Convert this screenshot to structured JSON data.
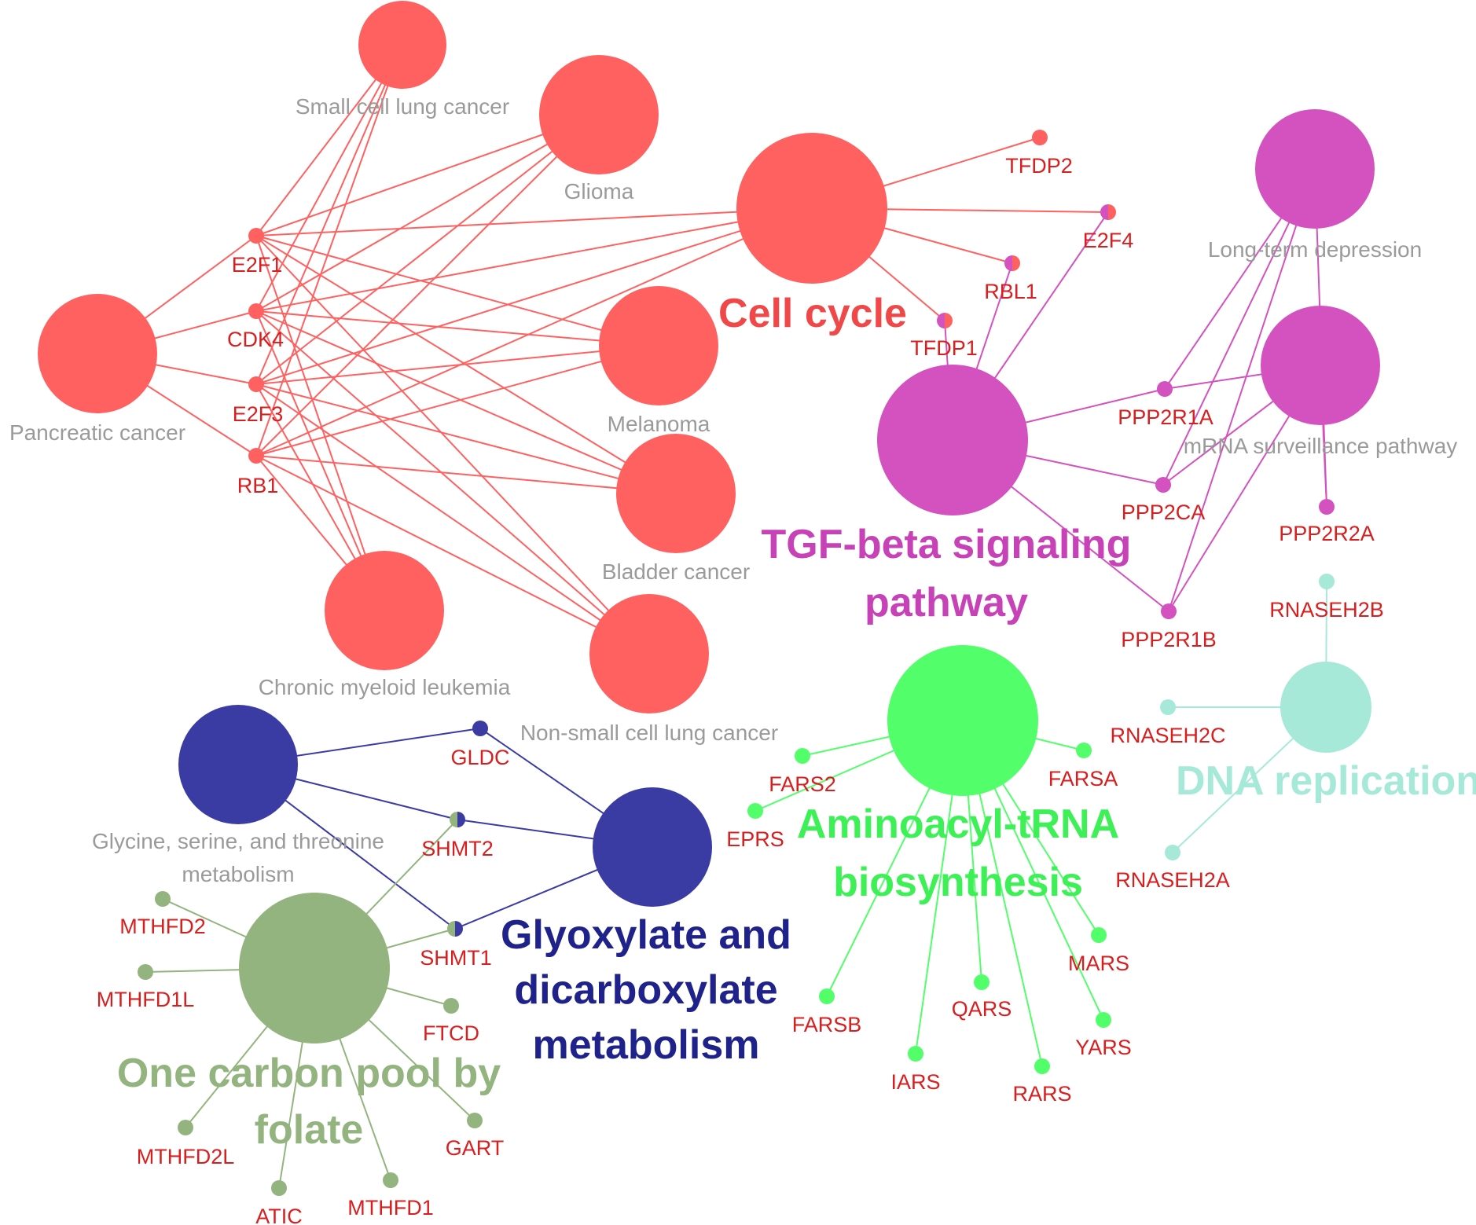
{
  "groups": [
    {
      "id": "cell-cycle",
      "lines": [
        "Cell cycle"
      ],
      "color": "#ff6161"
    },
    {
      "id": "tgf-beta",
      "lines": [
        "TGF-beta signaling",
        "pathway"
      ],
      "color": "#d352c0"
    },
    {
      "id": "glyoxylate",
      "lines": [
        "Glyoxylate and",
        "dicarboxylate",
        "metabolism"
      ],
      "color": "#3a3ca4"
    },
    {
      "id": "one-carbon",
      "lines": [
        "One carbon pool by",
        "folate"
      ],
      "color": "#94b47f"
    },
    {
      "id": "aminoacyl",
      "lines": [
        "Aminoacyl-tRNA",
        "biosynthesis"
      ],
      "color": "#52ff6a"
    },
    {
      "id": "dna-replication",
      "lines": [
        "DNA replication"
      ],
      "color": "#a6e9d8"
    }
  ],
  "term_nodes": [
    {
      "id": "small-cell-lung-cancer",
      "lines": [
        "Small cell lung cancer"
      ],
      "group": "cell-cycle"
    },
    {
      "id": "glioma",
      "lines": [
        "Glioma"
      ],
      "group": "cell-cycle"
    },
    {
      "id": "cell-cycle-hub",
      "lines": [],
      "group": "cell-cycle"
    },
    {
      "id": "pancreatic-cancer",
      "lines": [
        "Pancreatic cancer"
      ],
      "group": "cell-cycle"
    },
    {
      "id": "melanoma",
      "lines": [
        "Melanoma"
      ],
      "group": "cell-cycle"
    },
    {
      "id": "bladder-cancer",
      "lines": [
        "Bladder cancer"
      ],
      "group": "cell-cycle"
    },
    {
      "id": "chronic-myeloid-leukemia",
      "lines": [
        "Chronic myeloid leukemia"
      ],
      "group": "cell-cycle"
    },
    {
      "id": "non-small-cell-lung-cancer",
      "lines": [
        "Non-small cell lung cancer"
      ],
      "group": "cell-cycle"
    },
    {
      "id": "long-term-depression",
      "lines": [
        "Long-term depression"
      ],
      "group": "tgf-beta"
    },
    {
      "id": "mrna-surveillance-pathway",
      "lines": [
        "mRNA surveillance pathway"
      ],
      "group": "tgf-beta"
    },
    {
      "id": "tgf-beta-hub",
      "lines": [],
      "group": "tgf-beta"
    },
    {
      "id": "glycine-serine-threonine",
      "lines": [
        "Glycine, serine, and threonine",
        "metabolism"
      ],
      "group": "glyoxylate"
    },
    {
      "id": "glyoxylate-hub",
      "lines": [],
      "group": "glyoxylate"
    },
    {
      "id": "one-carbon-hub",
      "lines": [],
      "group": "one-carbon"
    },
    {
      "id": "aminoacyl-hub",
      "lines": [],
      "group": "aminoacyl"
    },
    {
      "id": "dna-replication-hub",
      "lines": [],
      "group": "dna-replication"
    }
  ],
  "gene_nodes": [
    {
      "id": "E2F1",
      "label": "E2F1",
      "colors": [
        "#ff6161"
      ]
    },
    {
      "id": "CDK4",
      "label": "CDK4",
      "colors": [
        "#ff6161"
      ]
    },
    {
      "id": "E2F3",
      "label": "E2F3",
      "colors": [
        "#ff6161"
      ]
    },
    {
      "id": "RB1",
      "label": "RB1",
      "colors": [
        "#ff6161"
      ]
    },
    {
      "id": "TFDP2",
      "label": "TFDP2",
      "colors": [
        "#ff6161"
      ]
    },
    {
      "id": "E2F4",
      "label": "E2F4",
      "colors": [
        "#ff6161",
        "#d352c0"
      ]
    },
    {
      "id": "RBL1",
      "label": "RBL1",
      "colors": [
        "#ff6161",
        "#d352c0"
      ]
    },
    {
      "id": "TFDP1",
      "label": "TFDP1",
      "colors": [
        "#ff6161",
        "#d352c0"
      ]
    },
    {
      "id": "PPP2R1A",
      "label": "PPP2R1A",
      "colors": [
        "#d352c0"
      ]
    },
    {
      "id": "PPP2CA",
      "label": "PPP2CA",
      "colors": [
        "#d352c0"
      ]
    },
    {
      "id": "PPP2R2A",
      "label": "PPP2R2A",
      "colors": [
        "#d352c0"
      ]
    },
    {
      "id": "PPP2R1B",
      "label": "PPP2R1B",
      "colors": [
        "#d352c0"
      ]
    },
    {
      "id": "GLDC",
      "label": "GLDC",
      "colors": [
        "#3a3ca4"
      ]
    },
    {
      "id": "SHMT2",
      "label": "SHMT2",
      "colors": [
        "#3a3ca4",
        "#94b47f"
      ]
    },
    {
      "id": "SHMT1",
      "label": "SHMT1",
      "colors": [
        "#3a3ca4",
        "#94b47f"
      ]
    },
    {
      "id": "MTHFD2",
      "label": "MTHFD2",
      "colors": [
        "#94b47f"
      ]
    },
    {
      "id": "MTHFD1L",
      "label": "MTHFD1L",
      "colors": [
        "#94b47f"
      ]
    },
    {
      "id": "FTCD",
      "label": "FTCD",
      "colors": [
        "#94b47f"
      ]
    },
    {
      "id": "GART",
      "label": "GART",
      "colors": [
        "#94b47f"
      ]
    },
    {
      "id": "MTHFD2L",
      "label": "MTHFD2L",
      "colors": [
        "#94b47f"
      ]
    },
    {
      "id": "ATIC",
      "label": "ATIC",
      "colors": [
        "#94b47f"
      ]
    },
    {
      "id": "MTHFD1",
      "label": "MTHFD1",
      "colors": [
        "#94b47f"
      ]
    },
    {
      "id": "FARS2",
      "label": "FARS2",
      "colors": [
        "#52ff6a"
      ]
    },
    {
      "id": "EPRS",
      "label": "EPRS",
      "colors": [
        "#52ff6a"
      ]
    },
    {
      "id": "FARSA",
      "label": "FARSA",
      "colors": [
        "#52ff6a"
      ]
    },
    {
      "id": "MARS",
      "label": "MARS",
      "colors": [
        "#52ff6a"
      ]
    },
    {
      "id": "YARS",
      "label": "YARS",
      "colors": [
        "#52ff6a"
      ]
    },
    {
      "id": "QARS",
      "label": "QARS",
      "colors": [
        "#52ff6a"
      ]
    },
    {
      "id": "RARS",
      "label": "RARS",
      "colors": [
        "#52ff6a"
      ]
    },
    {
      "id": "IARS",
      "label": "IARS",
      "colors": [
        "#52ff6a"
      ]
    },
    {
      "id": "FARSB",
      "label": "FARSB",
      "colors": [
        "#52ff6a"
      ]
    },
    {
      "id": "RNASEH2B",
      "label": "RNASEH2B",
      "colors": [
        "#a6e9d8"
      ]
    },
    {
      "id": "RNASEH2C",
      "label": "RNASEH2C",
      "colors": [
        "#a6e9d8"
      ]
    },
    {
      "id": "RNASEH2A",
      "label": "RNASEH2A",
      "colors": [
        "#a6e9d8"
      ]
    }
  ],
  "edges": [
    [
      "small-cell-lung-cancer",
      "E2F1"
    ],
    [
      "small-cell-lung-cancer",
      "CDK4"
    ],
    [
      "small-cell-lung-cancer",
      "E2F3"
    ],
    [
      "small-cell-lung-cancer",
      "RB1"
    ],
    [
      "glioma",
      "E2F1"
    ],
    [
      "glioma",
      "CDK4"
    ],
    [
      "glioma",
      "E2F3"
    ],
    [
      "glioma",
      "RB1"
    ],
    [
      "cell-cycle-hub",
      "E2F1"
    ],
    [
      "cell-cycle-hub",
      "CDK4"
    ],
    [
      "cell-cycle-hub",
      "E2F3"
    ],
    [
      "cell-cycle-hub",
      "RB1"
    ],
    [
      "cell-cycle-hub",
      "TFDP2"
    ],
    [
      "cell-cycle-hub",
      "E2F4"
    ],
    [
      "cell-cycle-hub",
      "RBL1"
    ],
    [
      "cell-cycle-hub",
      "TFDP1"
    ],
    [
      "pancreatic-cancer",
      "E2F1"
    ],
    [
      "pancreatic-cancer",
      "CDK4"
    ],
    [
      "pancreatic-cancer",
      "E2F3"
    ],
    [
      "pancreatic-cancer",
      "RB1"
    ],
    [
      "melanoma",
      "E2F1"
    ],
    [
      "melanoma",
      "CDK4"
    ],
    [
      "melanoma",
      "E2F3"
    ],
    [
      "melanoma",
      "RB1"
    ],
    [
      "bladder-cancer",
      "E2F1"
    ],
    [
      "bladder-cancer",
      "CDK4"
    ],
    [
      "bladder-cancer",
      "E2F3"
    ],
    [
      "bladder-cancer",
      "RB1"
    ],
    [
      "chronic-myeloid-leukemia",
      "E2F1"
    ],
    [
      "chronic-myeloid-leukemia",
      "CDK4"
    ],
    [
      "chronic-myeloid-leukemia",
      "E2F3"
    ],
    [
      "chronic-myeloid-leukemia",
      "RB1"
    ],
    [
      "non-small-cell-lung-cancer",
      "E2F1"
    ],
    [
      "non-small-cell-lung-cancer",
      "CDK4"
    ],
    [
      "non-small-cell-lung-cancer",
      "E2F3"
    ],
    [
      "non-small-cell-lung-cancer",
      "RB1"
    ],
    [
      "tgf-beta-hub",
      "E2F4"
    ],
    [
      "tgf-beta-hub",
      "RBL1"
    ],
    [
      "tgf-beta-hub",
      "TFDP1"
    ],
    [
      "tgf-beta-hub",
      "PPP2R1A"
    ],
    [
      "tgf-beta-hub",
      "PPP2CA"
    ],
    [
      "tgf-beta-hub",
      "PPP2R1B"
    ],
    [
      "long-term-depression",
      "PPP2R1A"
    ],
    [
      "long-term-depression",
      "PPP2CA"
    ],
    [
      "long-term-depression",
      "PPP2R1B"
    ],
    [
      "long-term-depression",
      "PPP2R2A"
    ],
    [
      "mrna-surveillance-pathway",
      "PPP2R1A"
    ],
    [
      "mrna-surveillance-pathway",
      "PPP2CA"
    ],
    [
      "mrna-surveillance-pathway",
      "PPP2R1B"
    ],
    [
      "mrna-surveillance-pathway",
      "PPP2R2A"
    ],
    [
      "glycine-serine-threonine",
      "GLDC"
    ],
    [
      "glycine-serine-threonine",
      "SHMT2"
    ],
    [
      "glycine-serine-threonine",
      "SHMT1"
    ],
    [
      "glyoxylate-hub",
      "GLDC"
    ],
    [
      "glyoxylate-hub",
      "SHMT2"
    ],
    [
      "glyoxylate-hub",
      "SHMT1"
    ],
    [
      "one-carbon-hub",
      "SHMT2"
    ],
    [
      "one-carbon-hub",
      "SHMT1"
    ],
    [
      "one-carbon-hub",
      "MTHFD2"
    ],
    [
      "one-carbon-hub",
      "MTHFD1L"
    ],
    [
      "one-carbon-hub",
      "FTCD"
    ],
    [
      "one-carbon-hub",
      "GART"
    ],
    [
      "one-carbon-hub",
      "MTHFD2L"
    ],
    [
      "one-carbon-hub",
      "ATIC"
    ],
    [
      "one-carbon-hub",
      "MTHFD1"
    ],
    [
      "aminoacyl-hub",
      "FARS2"
    ],
    [
      "aminoacyl-hub",
      "EPRS"
    ],
    [
      "aminoacyl-hub",
      "FARSA"
    ],
    [
      "aminoacyl-hub",
      "MARS"
    ],
    [
      "aminoacyl-hub",
      "YARS"
    ],
    [
      "aminoacyl-hub",
      "QARS"
    ],
    [
      "aminoacyl-hub",
      "RARS"
    ],
    [
      "aminoacyl-hub",
      "IARS"
    ],
    [
      "aminoacyl-hub",
      "FARSB"
    ],
    [
      "dna-replication-hub",
      "RNASEH2B"
    ],
    [
      "dna-replication-hub",
      "RNASEH2C"
    ],
    [
      "dna-replication-hub",
      "RNASEH2A"
    ]
  ]
}
